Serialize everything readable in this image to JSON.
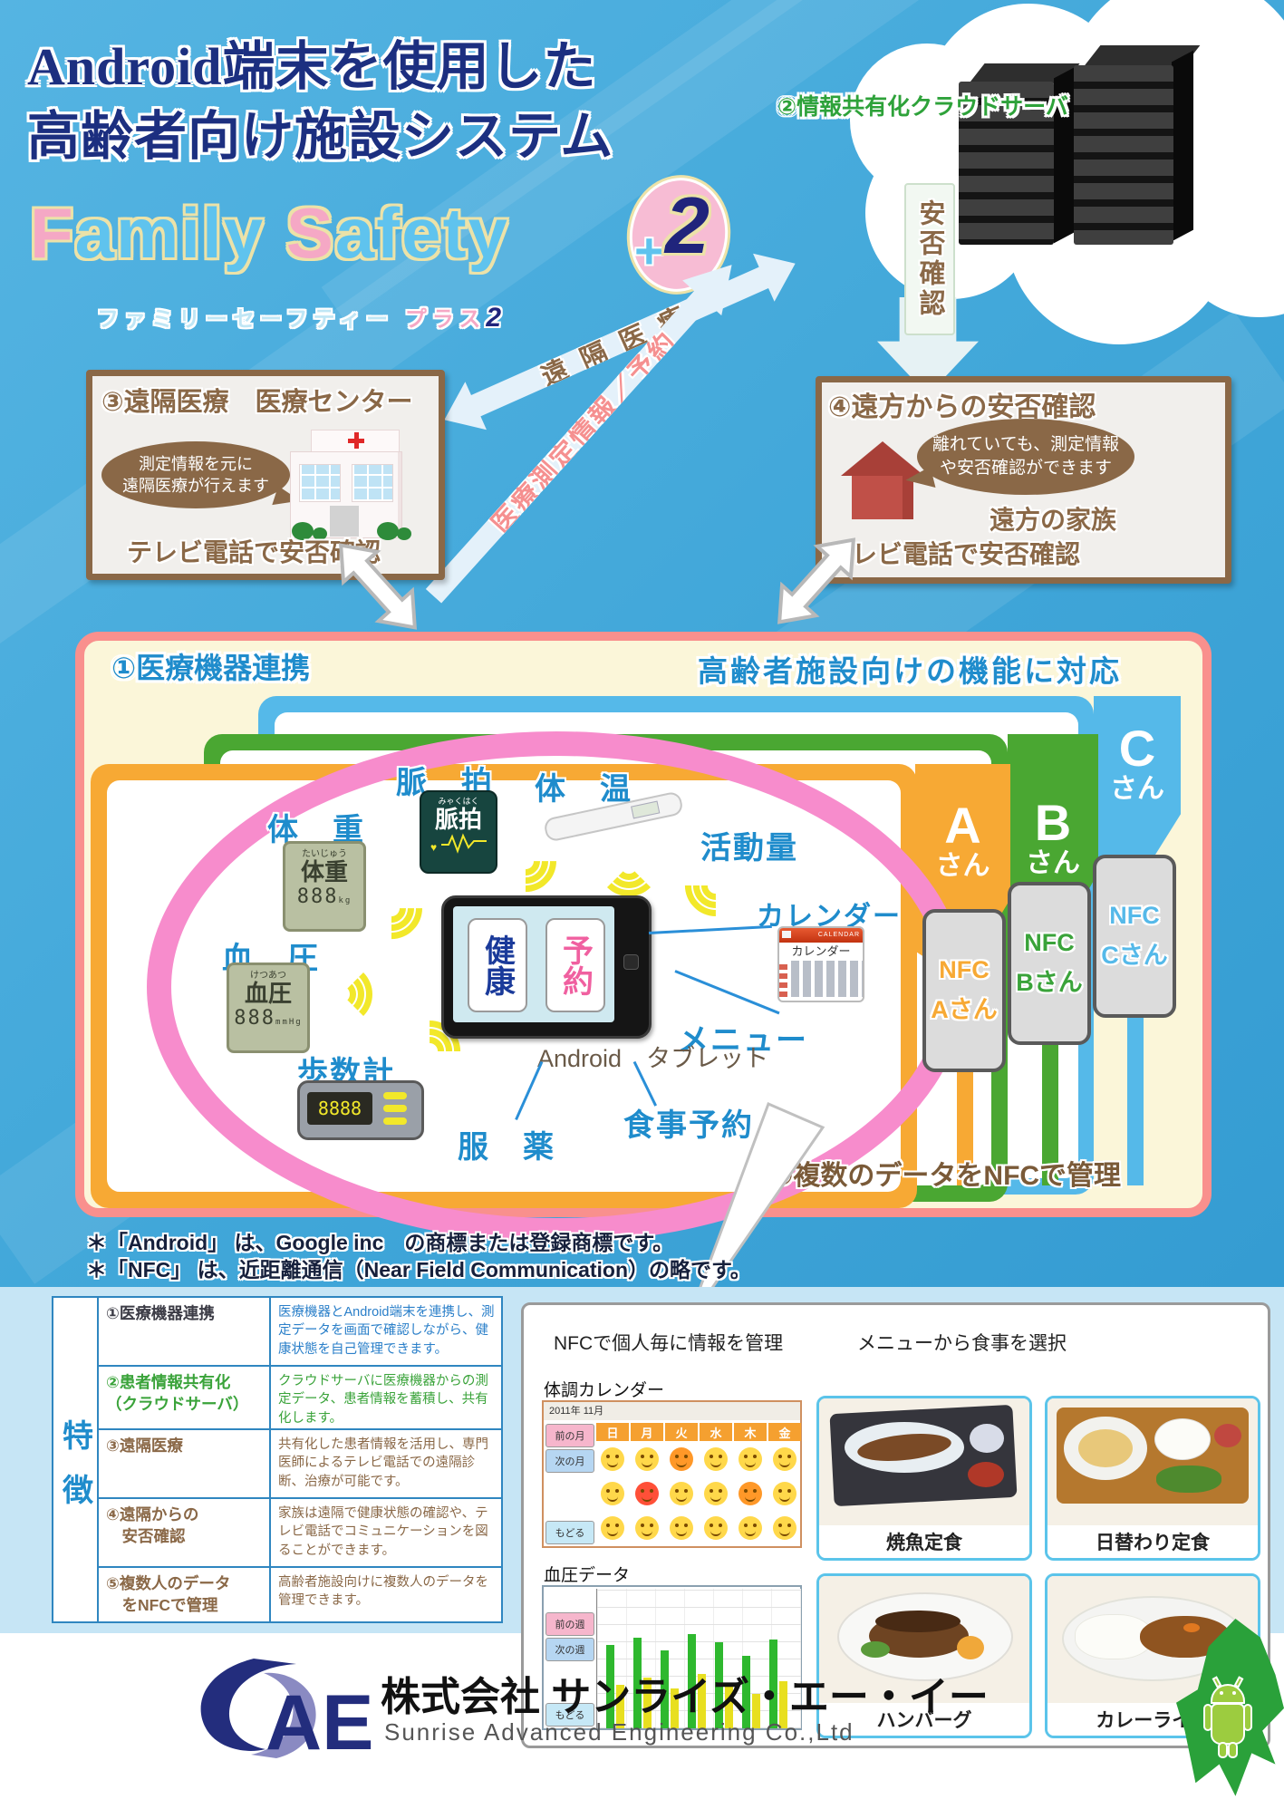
{
  "colors": {
    "bg": "#41a7d9",
    "panel_border": "#f9908d",
    "panel_bg": "#fbf6d9",
    "card_orange": "#f7a934",
    "card_green": "#4aa732",
    "card_blue": "#55b9e9",
    "ring_pink": "#f78ccc",
    "brown": "#8a6847",
    "blue_label": "#1f8ccc",
    "green_label": "#2ea23a"
  },
  "title": {
    "line1": "Android端末を使用した",
    "line2": "高齢者向け施設システム"
  },
  "logo": {
    "f": "F",
    "amily": "amily",
    "s": "S",
    "afety": "afety",
    "plus": "+",
    "num": "2",
    "kana": "ファミリーセーフティー ",
    "kana_plus": "プラス",
    "kana_num": "2"
  },
  "cloud": {
    "label": "②情報共有化クラウドサーバ",
    "anpi": "安否確認"
  },
  "banners": {
    "enkaku": "遠隔医療",
    "sokutei": "医療測定情報／予約"
  },
  "box3": {
    "title": "③遠隔医療　医療センター",
    "bubble_line1": "測定情報を元に",
    "bubble_line2": "遠隔医療が行えます",
    "bottom": "テレビ電話で安否確認"
  },
  "box4": {
    "title": "④遠方からの安否確認",
    "bubble_line1": "離れていても、測定情報",
    "bubble_line2": "や安否確認ができます",
    "family": "遠方の家族",
    "bottom": "テレビ電話で安否確認"
  },
  "panel": {
    "header_left": "①医療機器連携",
    "header_right": "高齢者施設向けの機能に対応",
    "tabs": [
      {
        "letter": "A",
        "san": "さん"
      },
      {
        "letter": "B",
        "san": "さん"
      },
      {
        "letter": "C",
        "san": "さん"
      }
    ],
    "labels": {
      "taiju": "体　重",
      "myaku": "脈　拍",
      "taion": "体　温",
      "katsudo": "活動量",
      "calendar": "カレンダー",
      "ketsuatsu": "血　圧",
      "menu": "メニュー",
      "hosukei": "歩数計",
      "fukuyaku": "服　薬",
      "shokuji": "食事予約"
    },
    "devices": {
      "taiju": {
        "kana": "たいじゅう",
        "kanji": "体重",
        "value": "888",
        "unit": "kg"
      },
      "myaku": {
        "kana": "みゃくはく",
        "kanji": "脈拍"
      },
      "ketsuatsu": {
        "kana": "けつあつ",
        "kanji": "血圧",
        "value": "888",
        "unit": "mmHg"
      },
      "hosukei": {
        "value": "8888"
      },
      "calendar_icon": {
        "header": "CALENDAR",
        "label": "カレンダー"
      }
    },
    "tablet": {
      "btn_left": "健康",
      "btn_right": "予約",
      "caption": "Android　タブレット"
    },
    "nfc_cards": [
      {
        "line1": "NFC",
        "line2": "Aさん"
      },
      {
        "line1": "NFC",
        "line2": "Bさん"
      },
      {
        "line1": "NFC",
        "line2": "Cさん"
      }
    ],
    "note5": "⑤複数のデータをNFCで管理"
  },
  "footnotes": {
    "line1": "＊「Android」 は、Google inc　の商標または登録商標です。",
    "line2": "＊「NFC」 は、近距離通信（Near Field Communication）の略です。"
  },
  "feature_table": {
    "header": "特徴",
    "rows": [
      {
        "name1": "①医療機器連携",
        "name2": "",
        "desc": "医療機器とAndroid端末を連携し、測定データを画面で確認しながら、健康状態を自己管理できます。"
      },
      {
        "name1": "②患者情報共有化",
        "name2": "（クラウドサーバ）",
        "desc": "クラウドサーバに医療機器からの測定データ、患者情報を蓄積し、共有化します。"
      },
      {
        "name1": "③遠隔医療",
        "name2": "",
        "desc": "共有化した患者情報を活用し、専門医師によるテレビ電話での遠隔診断、治療が可能です。"
      },
      {
        "name1": "④遠隔からの",
        "name2": "　安否確認",
        "desc": "家族は遠隔で健康状態の確認や、テレビ電話でコミュニケーションを図ることができます。"
      },
      {
        "name1": "⑤複数人のデータ",
        "name2": "　をNFCで管理",
        "desc": "高齢者施設向けに複数人のデータを管理できます。"
      }
    ]
  },
  "bottom_panel": {
    "left_title": "NFCで個人毎に情報を管理",
    "right_title": "メニューから食事を選択",
    "calendar_label": "体調カレンダー",
    "bp_label": "血圧データ",
    "calendar": {
      "title": "2011年 11月",
      "days": [
        "日",
        "月",
        "火",
        "水",
        "木",
        "金"
      ],
      "prev": "前の月",
      "next": "次の月",
      "back": "もどる"
    },
    "bp": {
      "prev": "前の週",
      "next": "次の週",
      "back": "もどる"
    },
    "foods": [
      "焼魚定食",
      "日替わり定食",
      "ハンバーグ",
      "カレーライス"
    ]
  },
  "footer": {
    "logo_s": "S",
    "logo_ae": "AE",
    "company": "株式会社 サンライズ・エー・イー",
    "company_en": "Sunrise Advanced Engineering Co.,Ltd"
  }
}
